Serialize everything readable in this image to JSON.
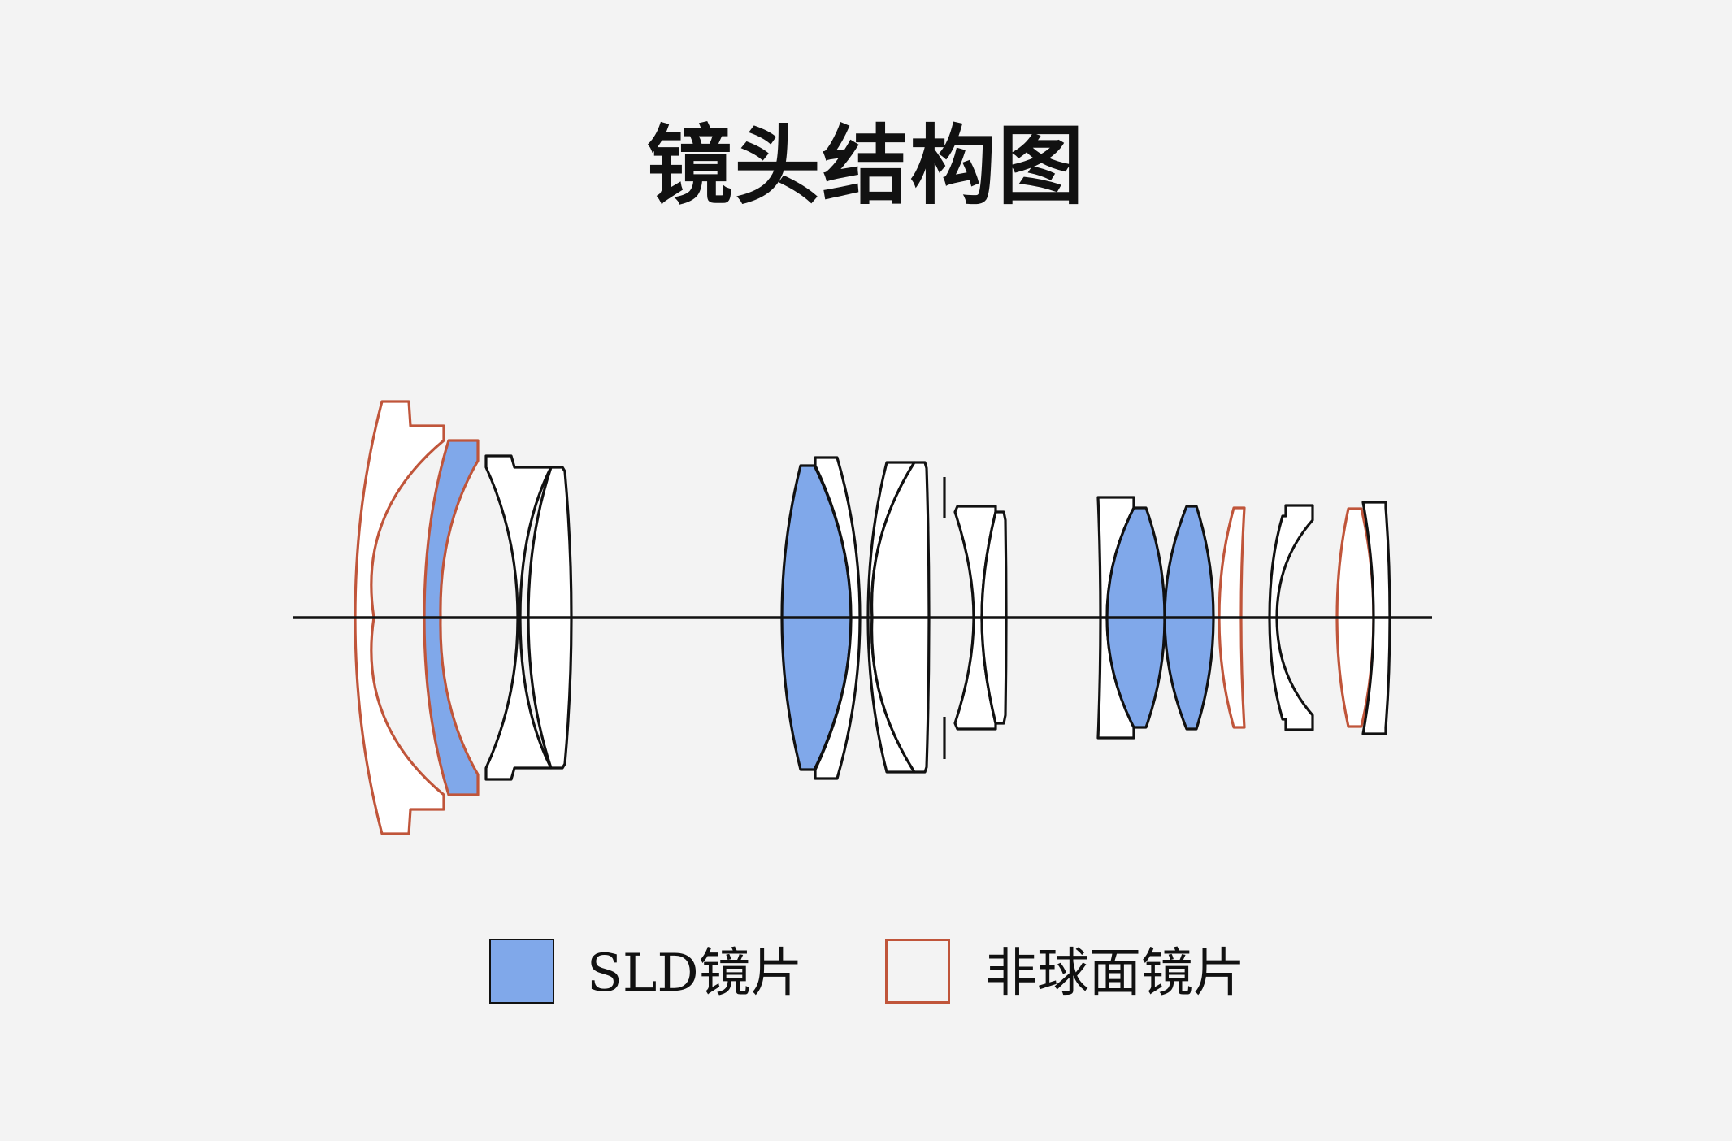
{
  "title": "镜头结构图",
  "colors": {
    "background": "#f3f3f3",
    "sld_fill": "#80a8ea",
    "normal_stroke": "#111111",
    "aspherical_stroke": "#c0553a",
    "lens_fill": "#ffffff"
  },
  "legend": {
    "sld_label": "SLD镜片",
    "aspherical_label": "非球面镜片"
  }
}
